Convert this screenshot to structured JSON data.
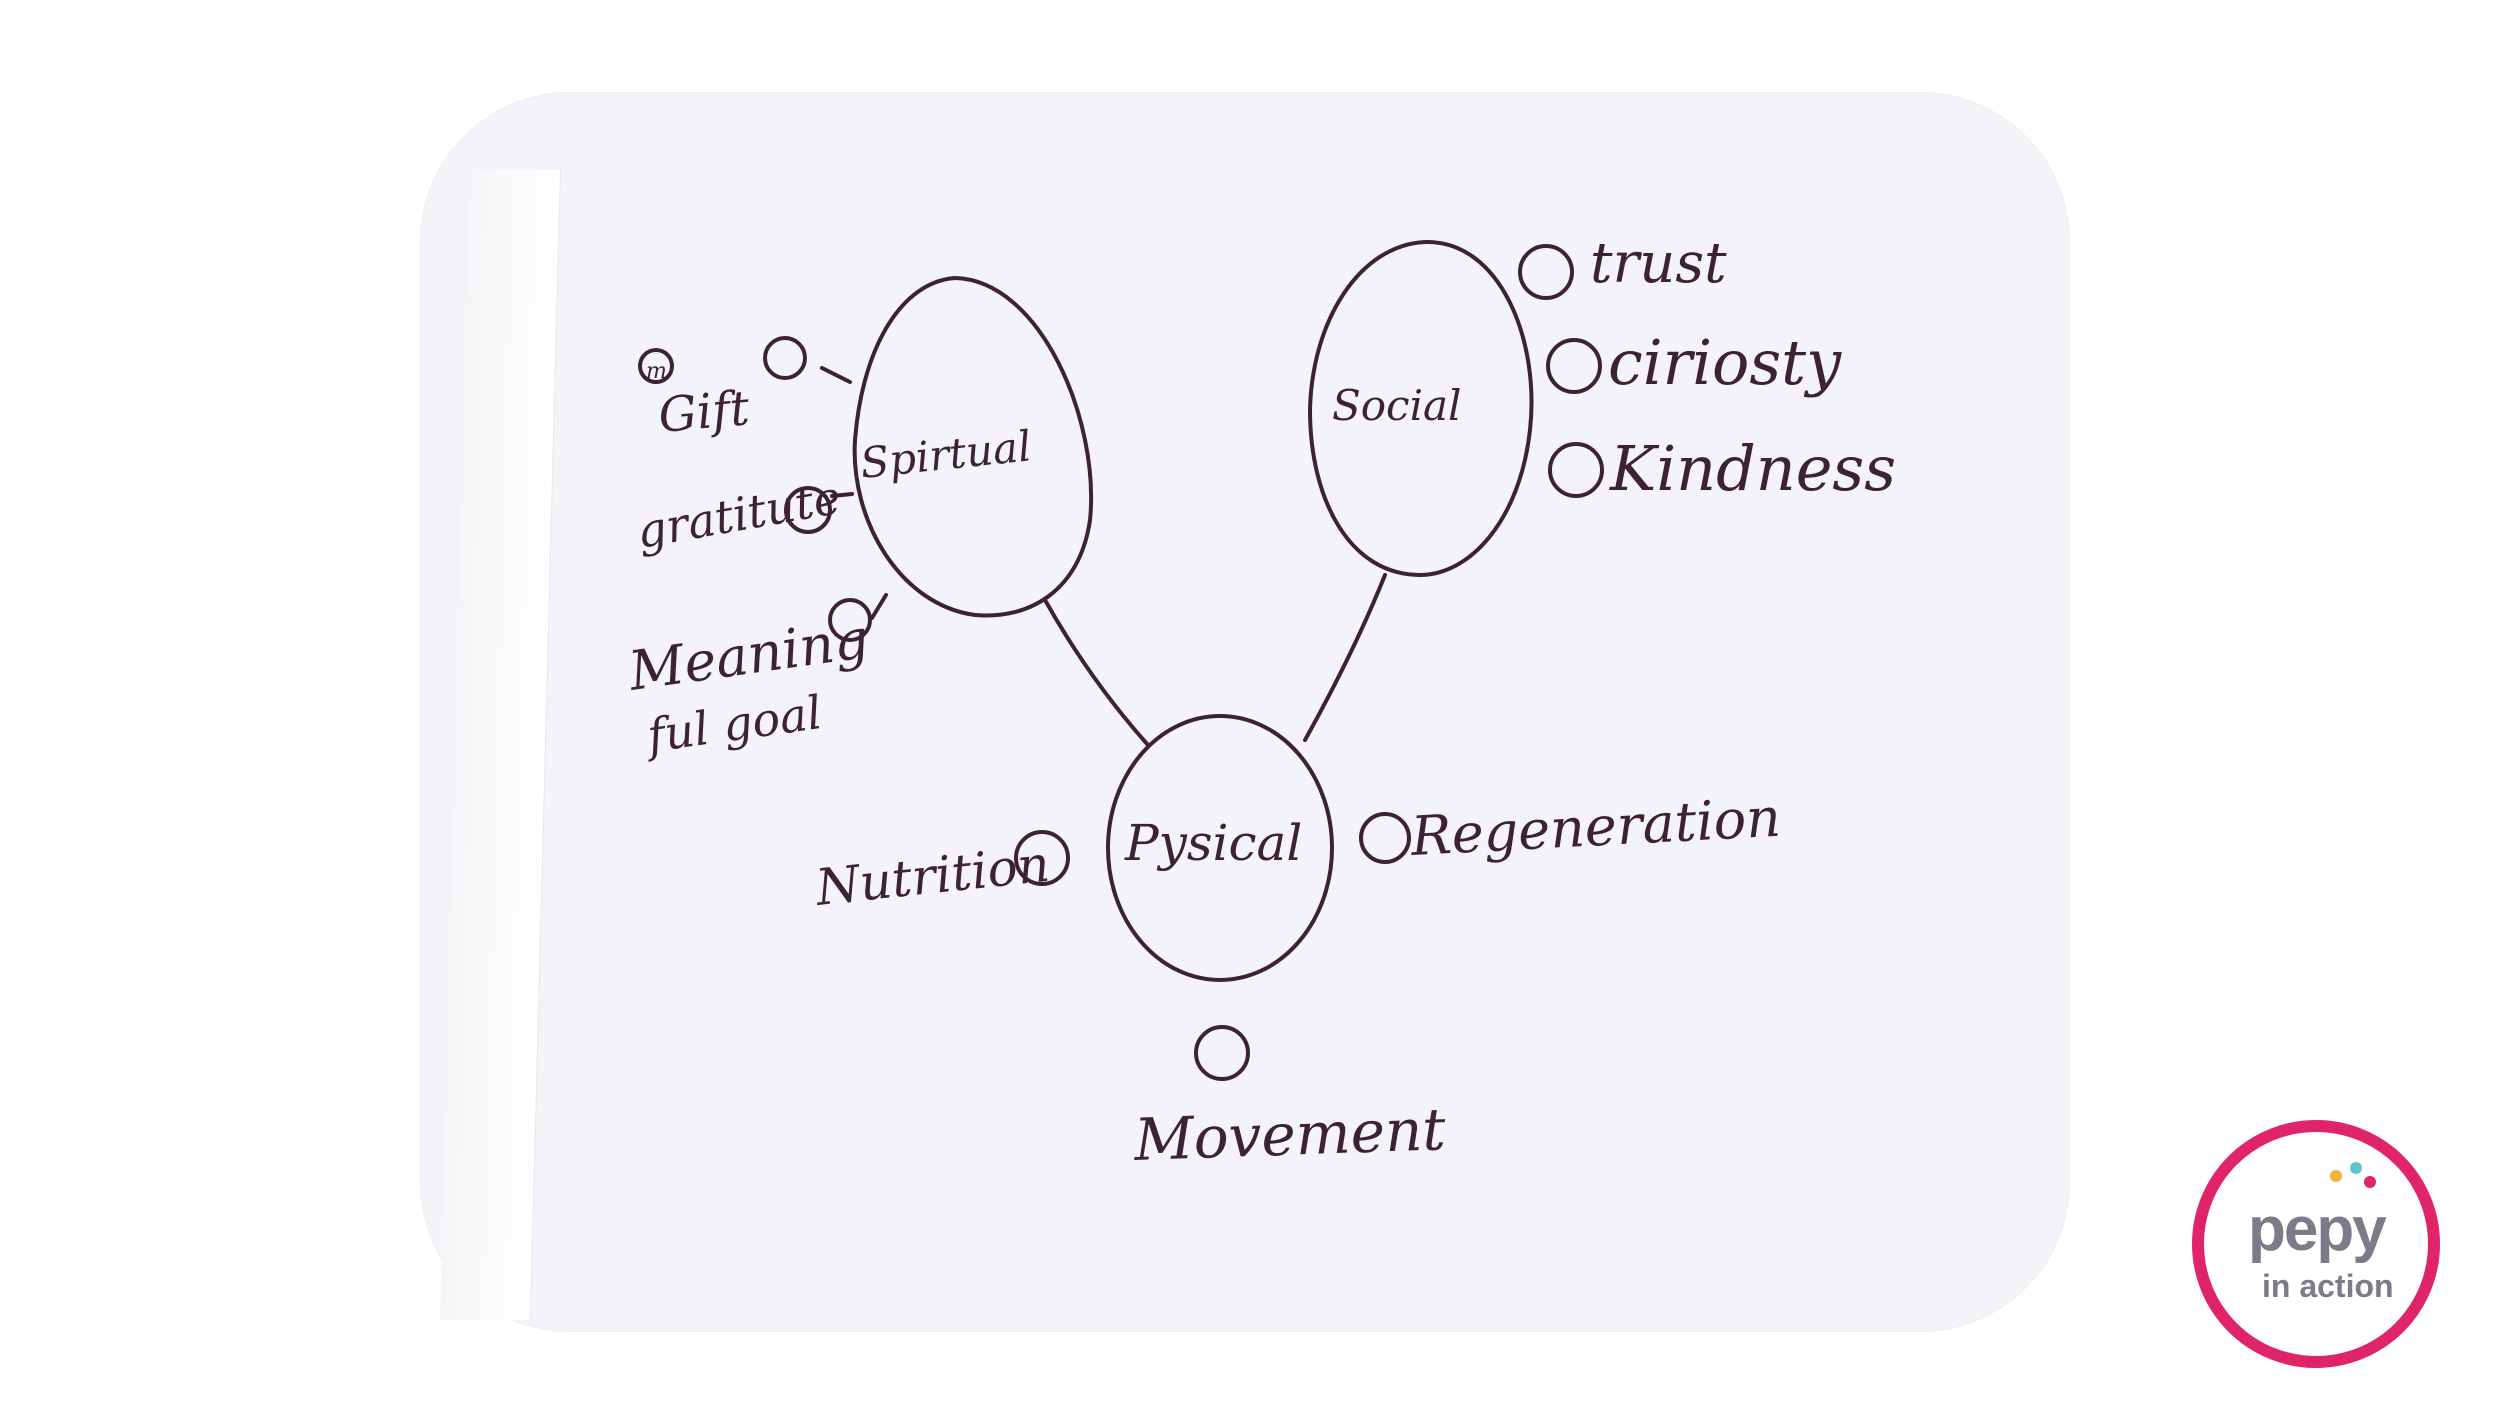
{
  "diagram": {
    "nodes": {
      "spiritual": "Spirtual",
      "social": "Social",
      "physical": "Pysical"
    },
    "spiritual_items": {
      "gift": "Gift",
      "gratitude": "gratitute",
      "meaningful_1": "Meaning",
      "meaningful_2": "ful goal"
    },
    "social_items": {
      "trust": "trust",
      "curiosity": "ciriosty",
      "kindness": "Kindness"
    },
    "physical_items": {
      "nutrition": "Nutrition",
      "regeneration": "Regeneration",
      "movement": "Movement"
    },
    "ink_color": "#3d2233"
  },
  "logo": {
    "name": "pepy",
    "tagline": "in action",
    "ring_color": "#e0246a",
    "text_color": "#7b7b8a",
    "dot_colors": [
      "#f0b43c",
      "#5fc3c8",
      "#e0246a"
    ]
  }
}
